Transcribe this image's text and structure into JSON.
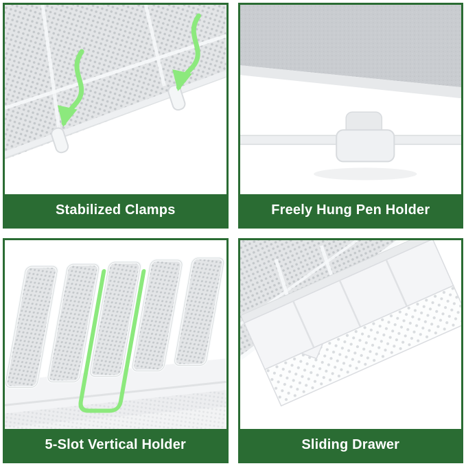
{
  "page": {
    "background": "#ffffff"
  },
  "colors": {
    "panel_border": "#2a6c33",
    "caption_bg": "#2a6c33",
    "caption_text": "#ffffff",
    "highlight_green": "#8ce97d",
    "mesh_fill": "#e3e5e7",
    "mesh_dot": "#c4c8cb",
    "wire_white": "#f8fafb",
    "product_fill": "#eff1f3",
    "product_stroke": "#d8dbde",
    "surface_gray": "#c9ccd0"
  },
  "panels": [
    {
      "caption": "Stabilized Clamps",
      "photo_alt": "underside of mesh shelf with two white stabilizing clamps on a wire rail",
      "annotations": [
        "green-squiggle-arrow-icon",
        "green-squiggle-arrow-icon"
      ]
    },
    {
      "caption": "Freely Hung Pen Holder",
      "photo_alt": "white pen holder cup hanging on a rod under a gray desk edge",
      "annotations": []
    },
    {
      "caption": "5-Slot Vertical Holder",
      "photo_alt": "five white mesh vertical file divider slots, middle slot highlighted",
      "annotations": [
        "green-slot-outline-icon"
      ]
    },
    {
      "caption": "Sliding Drawer",
      "photo_alt": "white perforated sliding drawer pulled out under a mesh shelf",
      "annotations": []
    }
  ]
}
